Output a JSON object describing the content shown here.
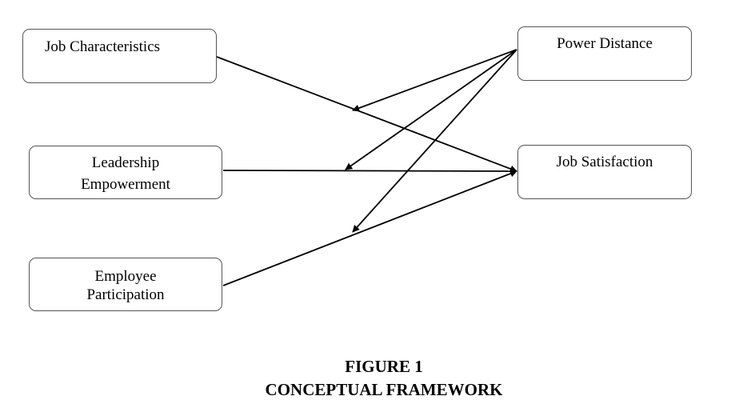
{
  "nodes": {
    "job_characteristics": [
      "Job Characteristics"
    ],
    "leadership_empowerment": [
      "Leadership",
      "Empowerment"
    ],
    "employee_participation": [
      "Employee",
      "Participation"
    ],
    "power_distance": [
      "Power Distance"
    ],
    "job_satisfaction": [
      "Job Satisfaction"
    ]
  },
  "edges": [
    {
      "from": "Job Characteristics",
      "to": "Job Satisfaction"
    },
    {
      "from": "Leadership Empowerment",
      "to": "Job Satisfaction"
    },
    {
      "from": "Employee Participation",
      "to": "Job Satisfaction"
    },
    {
      "from": "Power Distance",
      "to": "Job Characteristics → Job Satisfaction"
    },
    {
      "from": "Power Distance",
      "to": "Leadership Empowerment → Job Satisfaction"
    },
    {
      "from": "Power Distance",
      "to": "Employee Participation → Job Satisfaction"
    }
  ],
  "caption": {
    "line1": "FIGURE 1",
    "line2": "CONCEPTUAL FRAMEWORK"
  },
  "colors": {
    "stroke": "#000000",
    "box_border": "#555555"
  }
}
